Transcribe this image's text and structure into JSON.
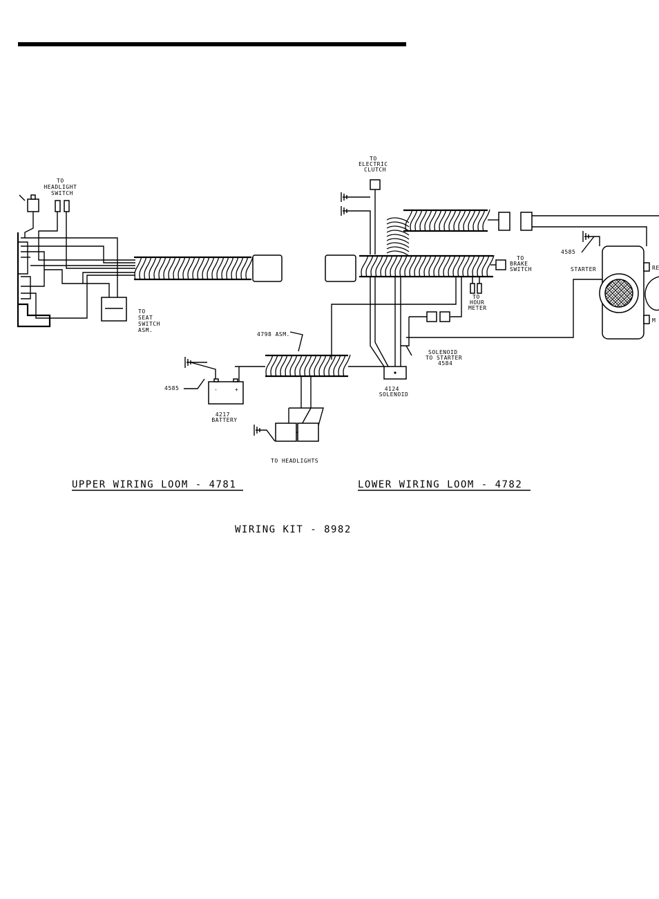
{
  "labels": {
    "headlight_switch": [
      "TO",
      "HEADLIGHT",
      "SWITCH"
    ],
    "seat_switch": [
      "TO",
      "SEAT",
      "SWITCH",
      "ASM."
    ],
    "electric_clutch": [
      "TO",
      "ELECTRIC",
      "CLUTCH"
    ],
    "brake_switch": [
      "TO",
      "BRAKE",
      "SWITCH"
    ],
    "hour_meter": [
      "TO",
      "HOUR",
      "METER"
    ],
    "starter": "STARTER",
    "ground_4585_right": "4585",
    "ground_4585_left": "4585",
    "asm_4798": "4798 ASM.",
    "solenoid_to_starter": [
      "SOLENOID",
      "TO STARTER",
      "4584"
    ],
    "solenoid": [
      "4124",
      "SOLENOID"
    ],
    "battery": [
      "4217",
      "BATTERY"
    ],
    "headlights": "TO HEADLIGHTS",
    "starter_side_1": "RE",
    "starter_side_2": "M"
  },
  "titles": {
    "upper": "UPPER WIRING LOOM - 4781",
    "lower": "LOWER WIRING LOOM - 4782",
    "kit": "WIRING KIT - 8982"
  }
}
